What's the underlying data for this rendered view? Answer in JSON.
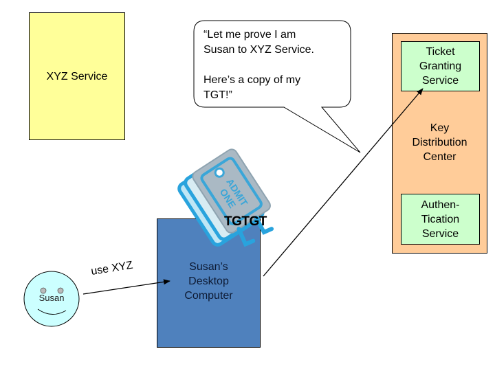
{
  "diagram": {
    "xyz_service": {
      "label": "XYZ Service",
      "color": "#FFFF99"
    },
    "speech_bubble": {
      "text": "“Let me prove I am\nSusan to XYZ Service.\n\nHere’s a copy of my\nTGT!”"
    },
    "kdc": {
      "label": "Key\nDistribution\nCenter",
      "color": "#FFCC99",
      "tgs": {
        "label": "Ticket\nGranting\nService",
        "color": "#CCFFCC"
      },
      "as": {
        "label": "Authen-\nTication\nService",
        "color": "#CCFFCC"
      }
    },
    "desktop": {
      "label": "Susan’s\nDesktop\nComputer",
      "color": "#4F81BD"
    },
    "user": {
      "label": "Susan",
      "color": "#CCFFFF"
    },
    "arrow_user_to_desktop": {
      "label": "use XYZ"
    },
    "ticket": {
      "label": "TGTGT",
      "text": "ADMIT ONE"
    }
  }
}
